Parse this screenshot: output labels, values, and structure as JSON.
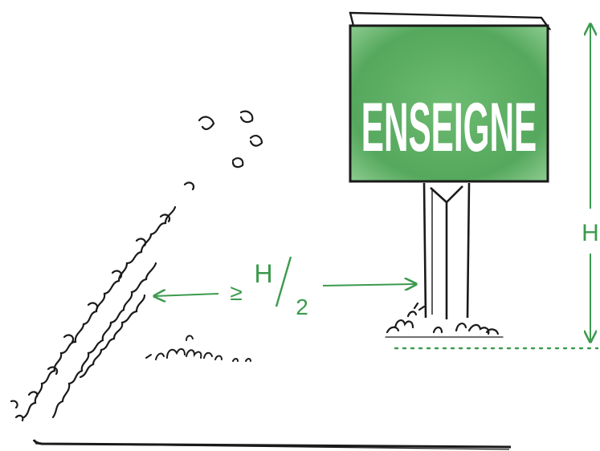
{
  "sign": {
    "label": "ENSEIGNE",
    "color": "#5cae63"
  },
  "dimensions": {
    "height_label": "H",
    "distance_symbol": "≥",
    "distance_numerator": "H",
    "distance_denominator": "2"
  },
  "colors": {
    "annotation": "#3c9a4e",
    "ink": "#1a1a1a"
  }
}
